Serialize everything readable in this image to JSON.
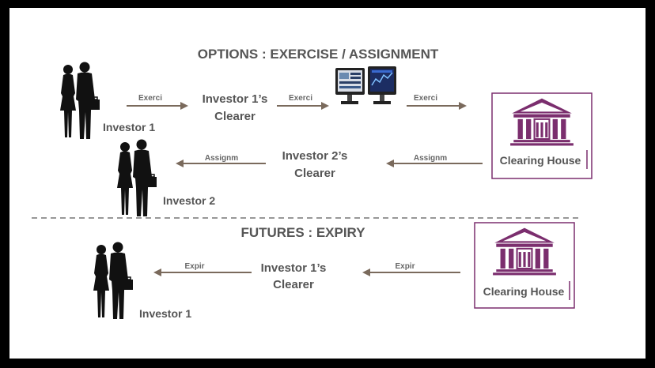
{
  "options": {
    "title": "OPTIONS : EXERCISE / ASSIGNMENT",
    "investor1_label": "Investor 1",
    "investor1_clearer": [
      "Investor 1’s",
      "Clearer"
    ],
    "investor2_label": "Investor 2",
    "investor2_clearer": [
      "Investor 2’s",
      "Clearer"
    ],
    "clearing_house": "Clearing House",
    "arrow_exercise_1": "Exerci",
    "arrow_exercise_2": "Exerci",
    "arrow_exercise_3": "Exerci",
    "arrow_assign_1": "Assignm",
    "arrow_assign_2": "Assignm"
  },
  "futures": {
    "title": "FUTURES : EXPIRY",
    "investor1_label": "Investor 1",
    "investor1_clearer": [
      "Investor 1’s",
      "Clearer"
    ],
    "clearing_house": "Clearing House",
    "arrow_expiry_1": "Expir",
    "arrow_expiry_2": "Expir"
  },
  "colors": {
    "arrow": "#7a6a5c",
    "clearing_house": "#7b2e6e",
    "text": "#555555",
    "silhouette": "#111111",
    "divider": "#777777"
  },
  "icons": {
    "investor": "businessperson-couple-icon",
    "terminal": "computer-monitors-icon",
    "clearing_house": "bank-building-icon"
  }
}
